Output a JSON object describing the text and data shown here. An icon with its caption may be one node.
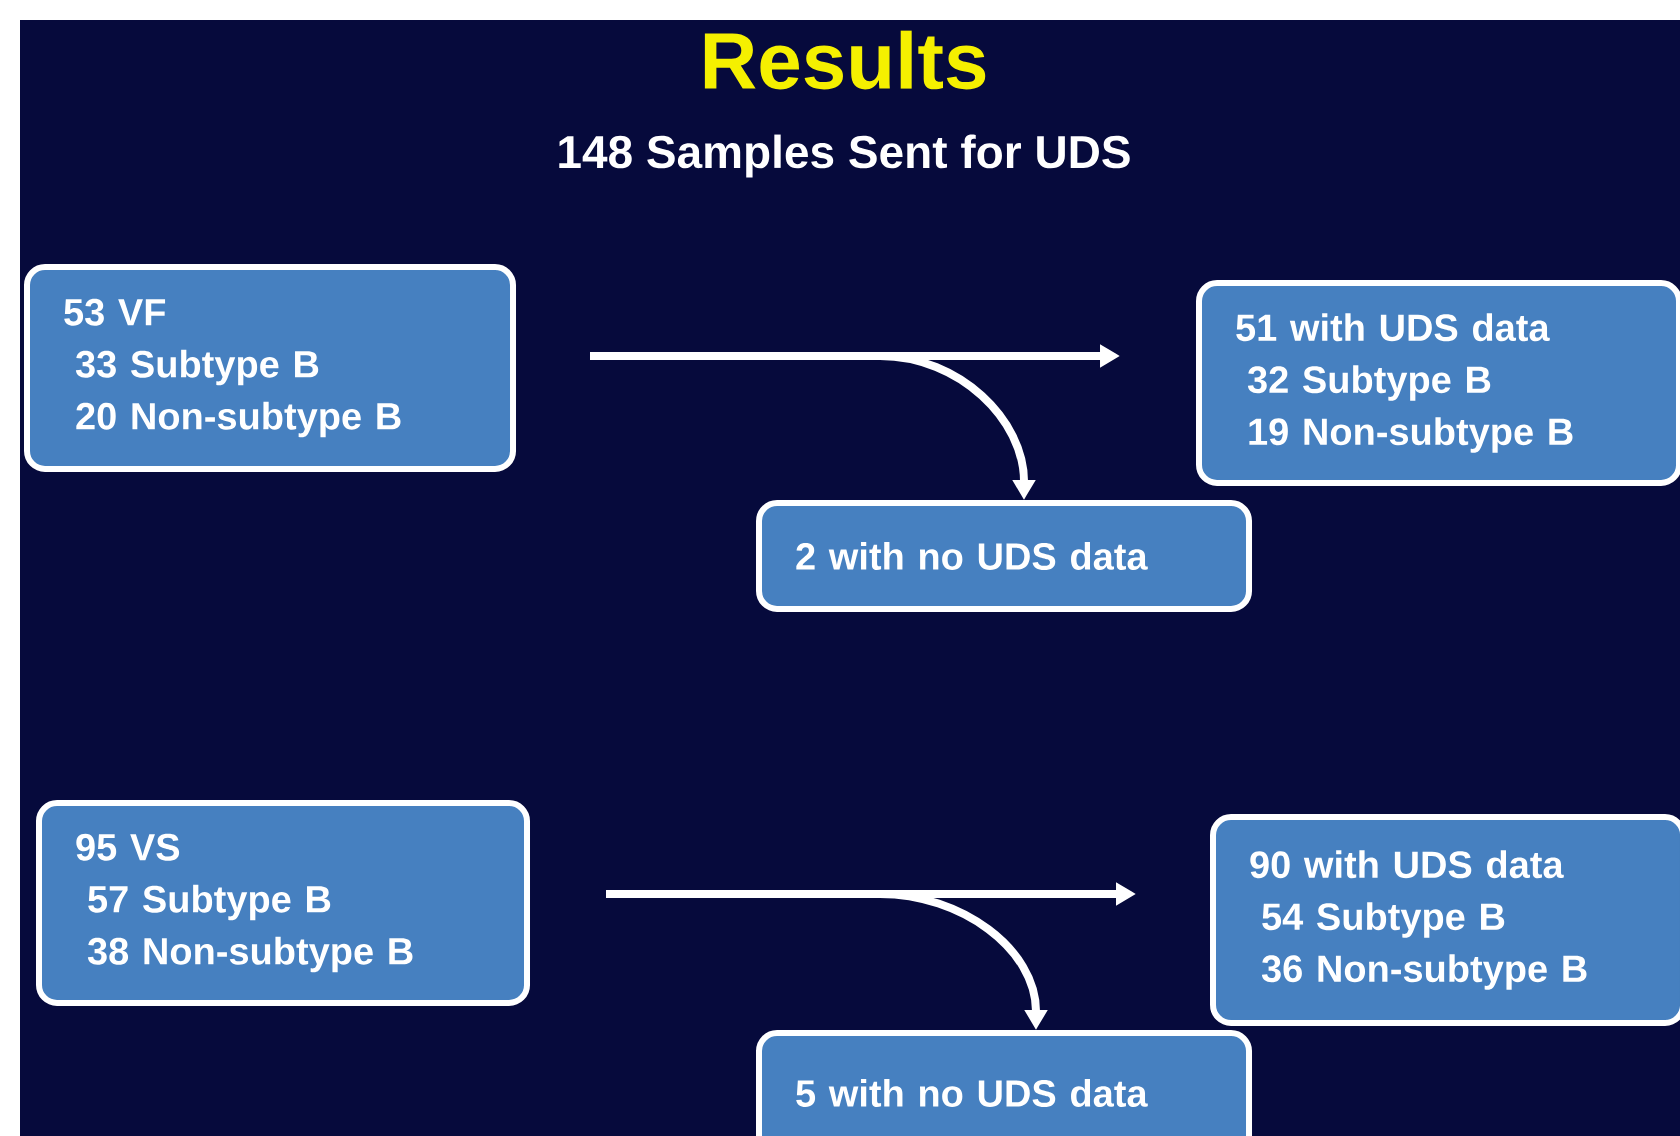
{
  "diagram": {
    "title": "Results",
    "caption": "148 Samples Sent for UDS",
    "nodes": [
      {
        "text": [
          "53 VF",
          "33 Subtype B",
          "20 Non-subtype B"
        ]
      },
      {
        "text": [
          "51 with UDS data",
          "32 Subtype B",
          "19 Non-subtype B"
        ]
      },
      {
        "text": [
          "2 with no UDS data"
        ]
      },
      {
        "text": [
          "95 VS",
          "57 Subtype B",
          "38 Non-subtype B"
        ]
      },
      {
        "text": [
          "90 with UDS data",
          "54 Subtype B",
          "36 Non-subtype B"
        ]
      },
      {
        "text": [
          "5 with no UDS data"
        ]
      }
    ],
    "edges": [
      {
        "from": 0,
        "to": 1,
        "arrow": "to"
      },
      {
        "from": 0,
        "to": 2,
        "arrow": "to"
      },
      {
        "from": 3,
        "to": 4,
        "arrow": "to"
      },
      {
        "from": 3,
        "to": 5,
        "arrow": "to"
      }
    ]
  }
}
